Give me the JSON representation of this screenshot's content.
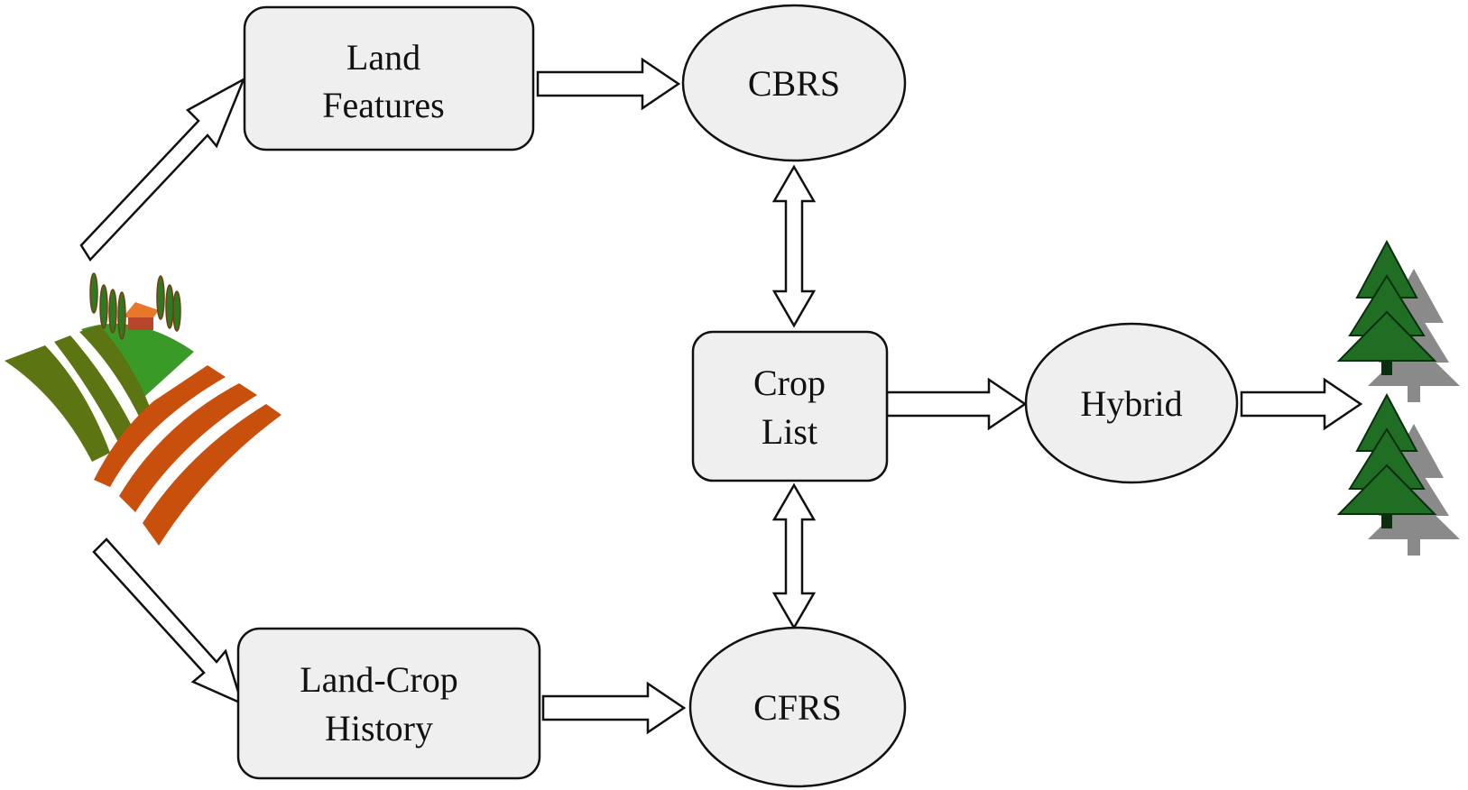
{
  "nodes": {
    "land_features": {
      "lines": [
        "Land",
        "Features"
      ]
    },
    "cbrs": {
      "lines": [
        "CBRS"
      ]
    },
    "crop_list": {
      "lines": [
        "Crop",
        "List"
      ]
    },
    "hybrid": {
      "lines": [
        "Hybrid"
      ]
    },
    "land_crop_history": {
      "lines": [
        "Land-Crop",
        "History"
      ]
    },
    "cfrs": {
      "lines": [
        "CFRS"
      ]
    }
  },
  "icons": {
    "farm": "farm-field-icon",
    "output": "tree-icon"
  },
  "colors": {
    "node_fill": "#f0eff0",
    "node_stroke": "#111111",
    "arrow_fill": "#ffffff",
    "field_green": "#5d7412",
    "field_orange": "#c94f0c",
    "hill_green": "#3a9a27",
    "tree_green": "#1f6e24",
    "tree_shadow": "#8a8a8a",
    "roof": "#e8772a"
  }
}
